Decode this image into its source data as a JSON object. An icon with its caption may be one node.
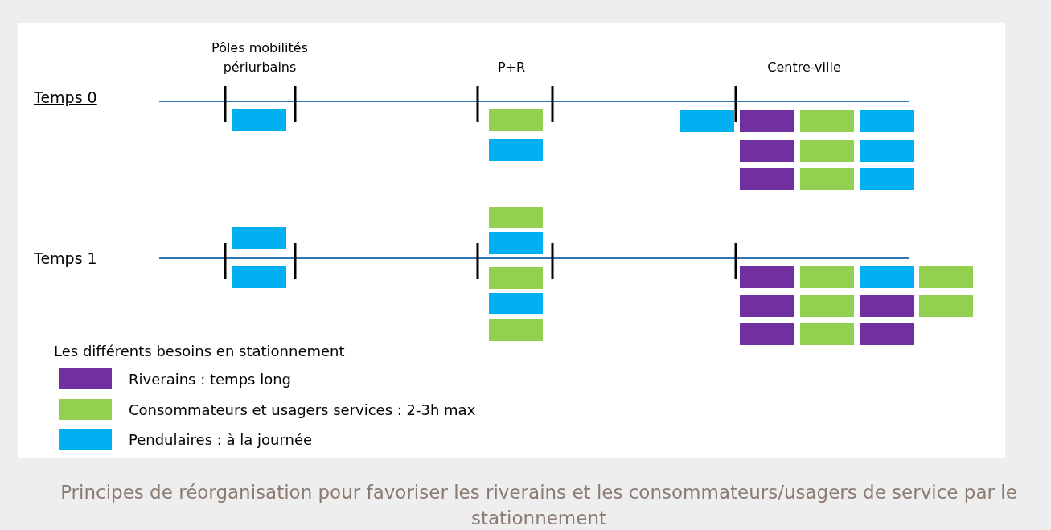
{
  "diagram": {
    "caption": "Principes de réorganisation pour favoriser les riverains et les consommateurs/usagers de service par le stationnement",
    "labels": [
      "Pôles mobilités périurbains",
      "P+R",
      "Centre-ville",
      "Temps 0",
      "Temps 1",
      "Les différents besoins en stationnement"
    ],
    "legend": [
      {
        "text": "Riverains : temps long",
        "color": "#7030a0"
      },
      {
        "text": "Consommateurs et usagers services : 2-3h max",
        "color": "#92d050"
      },
      {
        "text": "Pendulaires : à la journée",
        "color": "#00b0f0"
      }
    ]
  }
}
